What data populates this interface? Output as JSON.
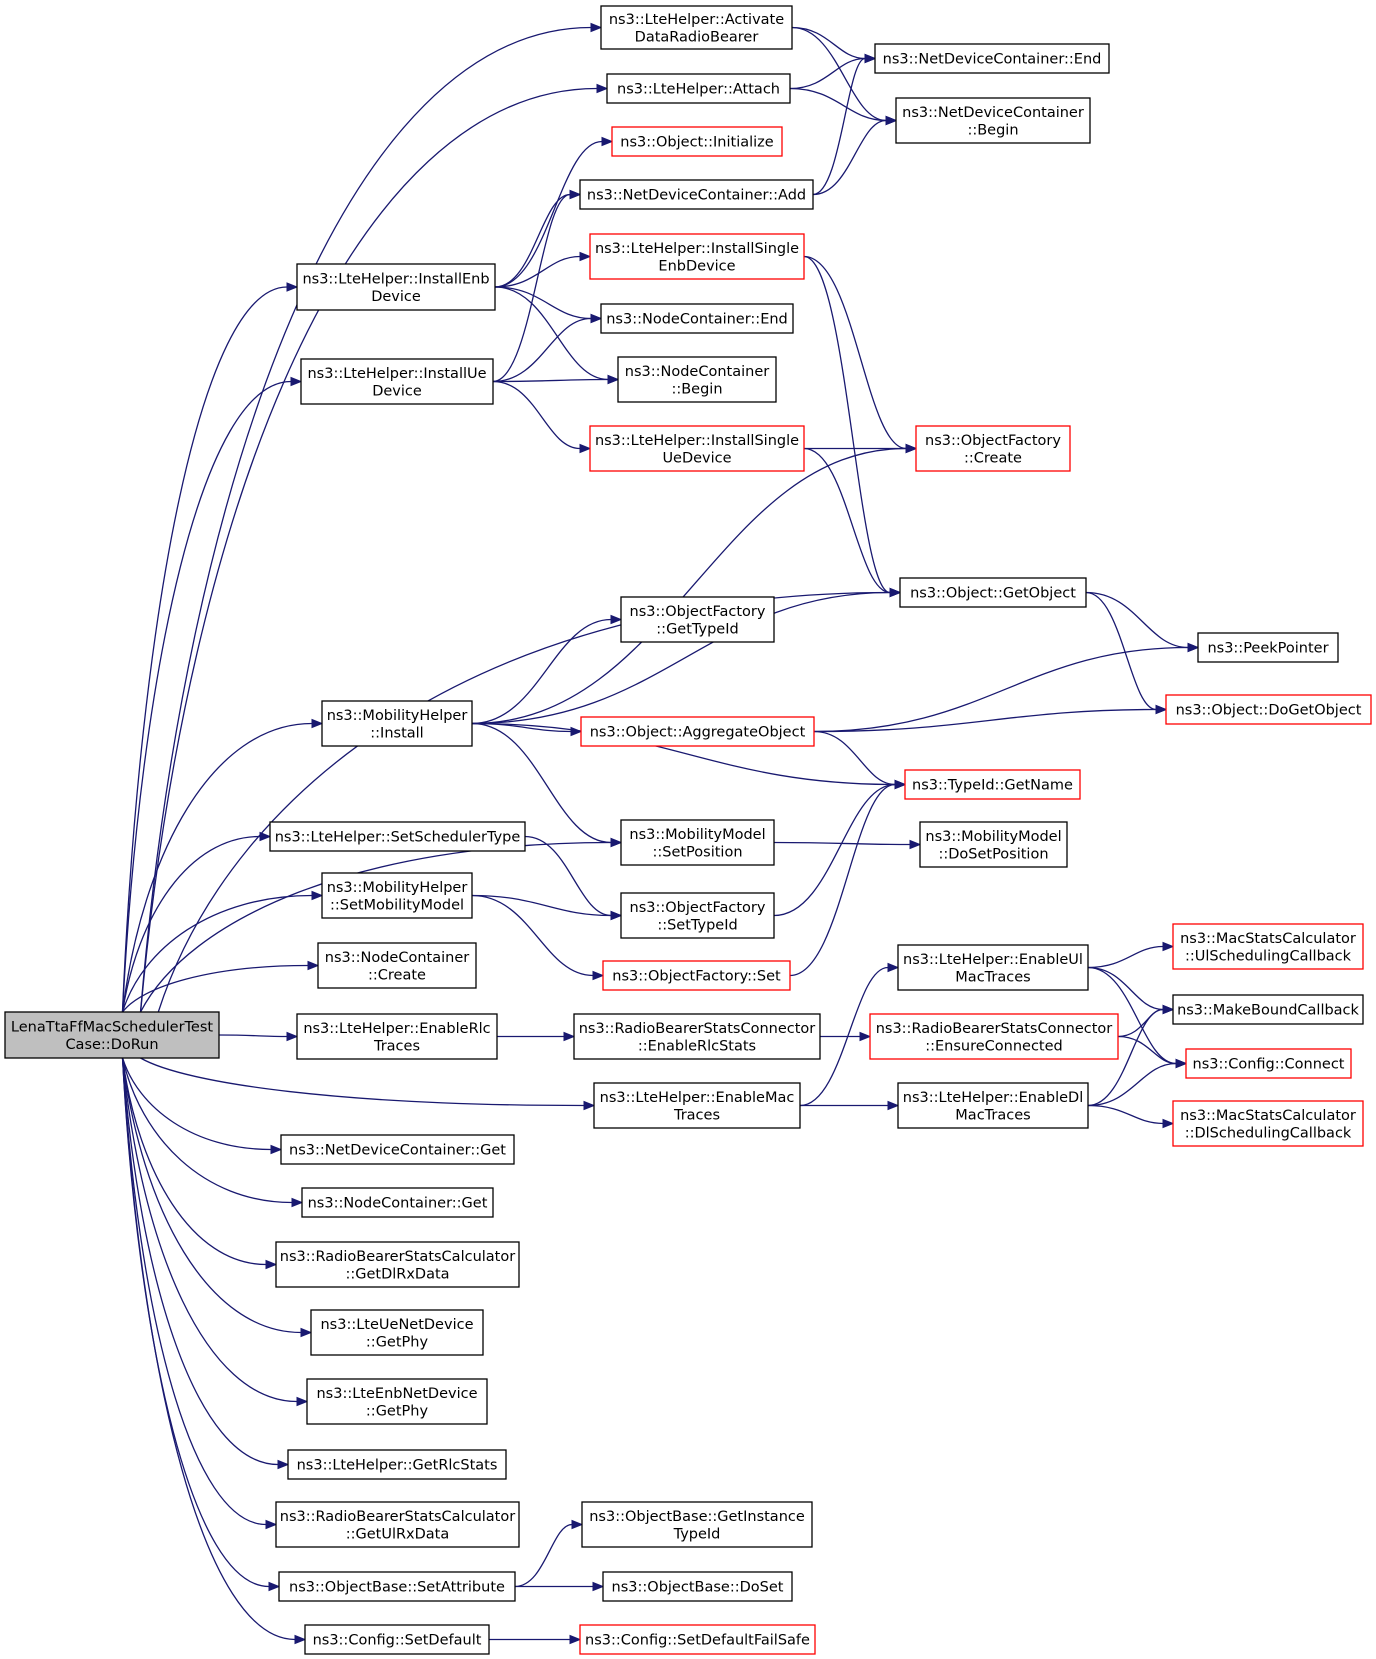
{
  "nodes": [
    {
      "id": "root",
      "lines": [
        "LenaTtaFfMacSchedulerTest",
        "Case::DoRun"
      ],
      "style": "root"
    },
    {
      "id": "activate",
      "lines": [
        "ns3::LteHelper::Activate",
        "DataRadioBearer"
      ],
      "style": "black"
    },
    {
      "id": "ndc_end",
      "lines": [
        "ns3::NetDeviceContainer::End"
      ],
      "style": "black"
    },
    {
      "id": "attach",
      "lines": [
        "ns3::LteHelper::Attach"
      ],
      "style": "black"
    },
    {
      "id": "ndc_begin",
      "lines": [
        "ns3::NetDeviceContainer",
        "::Begin"
      ],
      "style": "black"
    },
    {
      "id": "obj_init",
      "lines": [
        "ns3::Object::Initialize"
      ],
      "style": "red"
    },
    {
      "id": "ndc_add",
      "lines": [
        "ns3::NetDeviceContainer::Add"
      ],
      "style": "black"
    },
    {
      "id": "install_enb",
      "lines": [
        "ns3::LteHelper::InstallEnb",
        "Device"
      ],
      "style": "black"
    },
    {
      "id": "install_single_enb",
      "lines": [
        "ns3::LteHelper::InstallSingle",
        "EnbDevice"
      ],
      "style": "red"
    },
    {
      "id": "nc_end",
      "lines": [
        "ns3::NodeContainer::End"
      ],
      "style": "black"
    },
    {
      "id": "install_ue",
      "lines": [
        "ns3::LteHelper::InstallUe",
        "Device"
      ],
      "style": "black"
    },
    {
      "id": "nc_begin",
      "lines": [
        "ns3::NodeContainer",
        "::Begin"
      ],
      "style": "black"
    },
    {
      "id": "install_single_ue",
      "lines": [
        "ns3::LteHelper::InstallSingle",
        "UeDevice"
      ],
      "style": "red"
    },
    {
      "id": "of_create",
      "lines": [
        "ns3::ObjectFactory",
        "::Create"
      ],
      "style": "red"
    },
    {
      "id": "get_object",
      "lines": [
        "ns3::Object::GetObject"
      ],
      "style": "black"
    },
    {
      "id": "of_gettypeid",
      "lines": [
        "ns3::ObjectFactory",
        "::GetTypeId"
      ],
      "style": "black"
    },
    {
      "id": "peek",
      "lines": [
        "ns3::PeekPointer"
      ],
      "style": "black"
    },
    {
      "id": "mob_install",
      "lines": [
        "ns3::MobilityHelper",
        "::Install"
      ],
      "style": "black"
    },
    {
      "id": "aggregate",
      "lines": [
        "ns3::Object::AggregateObject"
      ],
      "style": "red"
    },
    {
      "id": "dogetobject",
      "lines": [
        "ns3::Object::DoGetObject"
      ],
      "style": "red"
    },
    {
      "id": "typeid_getname",
      "lines": [
        "ns3::TypeId::GetName"
      ],
      "style": "red"
    },
    {
      "id": "set_sched",
      "lines": [
        "ns3::LteHelper::SetSchedulerType"
      ],
      "style": "black"
    },
    {
      "id": "mm_setpos",
      "lines": [
        "ns3::MobilityModel",
        "::SetPosition"
      ],
      "style": "black"
    },
    {
      "id": "mm_dosetpos",
      "lines": [
        "ns3::MobilityModel",
        "::DoSetPosition"
      ],
      "style": "black"
    },
    {
      "id": "set_mob_model",
      "lines": [
        "ns3::MobilityHelper",
        "::SetMobilityModel"
      ],
      "style": "black"
    },
    {
      "id": "of_settypeid",
      "lines": [
        "ns3::ObjectFactory",
        "::SetTypeId"
      ],
      "style": "black"
    },
    {
      "id": "nc_create",
      "lines": [
        "ns3::NodeContainer",
        "::Create"
      ],
      "style": "black"
    },
    {
      "id": "of_set",
      "lines": [
        "ns3::ObjectFactory::Set"
      ],
      "style": "red"
    },
    {
      "id": "enable_ul_mac",
      "lines": [
        "ns3::LteHelper::EnableUl",
        "MacTraces"
      ],
      "style": "black"
    },
    {
      "id": "msc_ul",
      "lines": [
        "ns3::MacStatsCalculator",
        "::UlSchedulingCallback"
      ],
      "style": "red"
    },
    {
      "id": "make_bound",
      "lines": [
        "ns3::MakeBoundCallback"
      ],
      "style": "black"
    },
    {
      "id": "enable_rlc",
      "lines": [
        "ns3::LteHelper::EnableRlc",
        "Traces"
      ],
      "style": "black"
    },
    {
      "id": "rbsc_enable_rlc",
      "lines": [
        "ns3::RadioBearerStatsConnector",
        "::EnableRlcStats"
      ],
      "style": "black"
    },
    {
      "id": "rbsc_ensure",
      "lines": [
        "ns3::RadioBearerStatsConnector",
        "::EnsureConnected"
      ],
      "style": "red"
    },
    {
      "id": "config_connect",
      "lines": [
        "ns3::Config::Connect"
      ],
      "style": "red"
    },
    {
      "id": "enable_mac",
      "lines": [
        "ns3::LteHelper::EnableMac",
        "Traces"
      ],
      "style": "black"
    },
    {
      "id": "enable_dl_mac",
      "lines": [
        "ns3::LteHelper::EnableDl",
        "MacTraces"
      ],
      "style": "black"
    },
    {
      "id": "msc_dl",
      "lines": [
        "ns3::MacStatsCalculator",
        "::DlSchedulingCallback"
      ],
      "style": "red"
    },
    {
      "id": "ndc_get",
      "lines": [
        "ns3::NetDeviceContainer::Get"
      ],
      "style": "black"
    },
    {
      "id": "nc_get",
      "lines": [
        "ns3::NodeContainer::Get"
      ],
      "style": "black"
    },
    {
      "id": "rbs_dlrx",
      "lines": [
        "ns3::RadioBearerStatsCalculator",
        "::GetDlRxData"
      ],
      "style": "black"
    },
    {
      "id": "ue_getphy",
      "lines": [
        "ns3::LteUeNetDevice",
        "::GetPhy"
      ],
      "style": "black"
    },
    {
      "id": "enb_getphy",
      "lines": [
        "ns3::LteEnbNetDevice",
        "::GetPhy"
      ],
      "style": "black"
    },
    {
      "id": "get_rlc",
      "lines": [
        "ns3::LteHelper::GetRlcStats"
      ],
      "style": "black"
    },
    {
      "id": "rbs_ulrx",
      "lines": [
        "ns3::RadioBearerStatsCalculator",
        "::GetUlRxData"
      ],
      "style": "black"
    },
    {
      "id": "ob_getinst",
      "lines": [
        "ns3::ObjectBase::GetInstance",
        "TypeId"
      ],
      "style": "black"
    },
    {
      "id": "ob_setattr",
      "lines": [
        "ns3::ObjectBase::SetAttribute"
      ],
      "style": "black"
    },
    {
      "id": "ob_doset",
      "lines": [
        "ns3::ObjectBase::DoSet"
      ],
      "style": "black"
    },
    {
      "id": "cfg_setdefault",
      "lines": [
        "ns3::Config::SetDefault"
      ],
      "style": "black"
    },
    {
      "id": "cfg_failsafe",
      "lines": [
        "ns3::Config::SetDefaultFailSafe"
      ],
      "style": "red"
    }
  ],
  "edges": [
    [
      "root",
      "activate"
    ],
    [
      "root",
      "attach"
    ],
    [
      "root",
      "install_enb"
    ],
    [
      "root",
      "install_ue"
    ],
    [
      "root",
      "get_object"
    ],
    [
      "root",
      "mob_install"
    ],
    [
      "root",
      "mm_setpos"
    ],
    [
      "root",
      "set_sched"
    ],
    [
      "root",
      "set_mob_model"
    ],
    [
      "root",
      "nc_create"
    ],
    [
      "root",
      "enable_rlc"
    ],
    [
      "root",
      "enable_mac"
    ],
    [
      "root",
      "ndc_get"
    ],
    [
      "root",
      "nc_get"
    ],
    [
      "root",
      "rbs_dlrx"
    ],
    [
      "root",
      "ue_getphy"
    ],
    [
      "root",
      "enb_getphy"
    ],
    [
      "root",
      "get_rlc"
    ],
    [
      "root",
      "rbs_ulrx"
    ],
    [
      "root",
      "ob_setattr"
    ],
    [
      "root",
      "cfg_setdefault"
    ],
    [
      "activate",
      "ndc_end"
    ],
    [
      "activate",
      "ndc_begin"
    ],
    [
      "attach",
      "ndc_end"
    ],
    [
      "attach",
      "ndc_begin"
    ],
    [
      "ndc_add",
      "ndc_end"
    ],
    [
      "ndc_add",
      "ndc_begin"
    ],
    [
      "install_enb",
      "obj_init"
    ],
    [
      "install_enb",
      "ndc_add"
    ],
    [
      "install_enb",
      "install_single_enb"
    ],
    [
      "install_enb",
      "nc_end"
    ],
    [
      "install_enb",
      "nc_begin"
    ],
    [
      "install_single_enb",
      "of_create"
    ],
    [
      "install_single_enb",
      "get_object"
    ],
    [
      "install_ue",
      "ndc_add"
    ],
    [
      "install_ue",
      "nc_end"
    ],
    [
      "install_ue",
      "nc_begin"
    ],
    [
      "install_ue",
      "install_single_ue"
    ],
    [
      "install_single_ue",
      "of_create"
    ],
    [
      "install_single_ue",
      "get_object"
    ],
    [
      "get_object",
      "peek"
    ],
    [
      "get_object",
      "dogetobject"
    ],
    [
      "mob_install",
      "of_create"
    ],
    [
      "mob_install",
      "of_gettypeid"
    ],
    [
      "mob_install",
      "get_object"
    ],
    [
      "mob_install",
      "aggregate"
    ],
    [
      "mob_install",
      "typeid_getname"
    ],
    [
      "mob_install",
      "mm_setpos"
    ],
    [
      "aggregate",
      "peek"
    ],
    [
      "aggregate",
      "dogetobject"
    ],
    [
      "aggregate",
      "typeid_getname"
    ],
    [
      "mm_setpos",
      "mm_dosetpos"
    ],
    [
      "set_sched",
      "of_settypeid"
    ],
    [
      "set_mob_model",
      "of_settypeid"
    ],
    [
      "set_mob_model",
      "of_set"
    ],
    [
      "of_settypeid",
      "typeid_getname"
    ],
    [
      "of_set",
      "typeid_getname"
    ],
    [
      "enable_rlc",
      "rbsc_enable_rlc"
    ],
    [
      "rbsc_enable_rlc",
      "rbsc_ensure"
    ],
    [
      "rbsc_ensure",
      "make_bound"
    ],
    [
      "rbsc_ensure",
      "config_connect"
    ],
    [
      "enable_mac",
      "enable_ul_mac"
    ],
    [
      "enable_mac",
      "enable_dl_mac"
    ],
    [
      "enable_ul_mac",
      "msc_ul"
    ],
    [
      "enable_ul_mac",
      "make_bound"
    ],
    [
      "enable_ul_mac",
      "config_connect"
    ],
    [
      "enable_dl_mac",
      "msc_dl"
    ],
    [
      "enable_dl_mac",
      "make_bound"
    ],
    [
      "enable_dl_mac",
      "config_connect"
    ],
    [
      "ob_setattr",
      "ob_getinst"
    ],
    [
      "ob_setattr",
      "ob_doset"
    ],
    [
      "cfg_setdefault",
      "cfg_failsafe"
    ]
  ]
}
